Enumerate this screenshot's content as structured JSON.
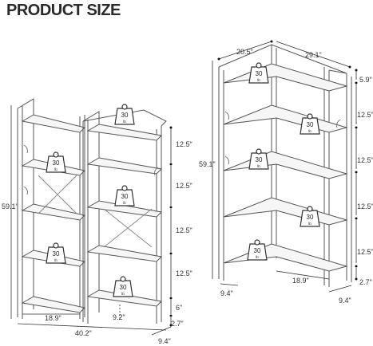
{
  "title": "PRODUCT SIZE",
  "weight_badge": {
    "value": "30",
    "unit": "lb"
  },
  "left_unit": {
    "overall_height": "59.1\"",
    "shelf_spacing": [
      "12.5\"",
      "12.5\"",
      "12.5\"",
      "12.5\""
    ],
    "bottom_gap": "6\"",
    "foot_height": "2.7\"",
    "left_width": "18.9\"",
    "right_inner": "9.2\"",
    "total_width": "40.2\"",
    "depth": "9.4\""
  },
  "right_unit": {
    "top_depth": "20.5\"",
    "top_width": "29.1\"",
    "overall_height": "59.1\"",
    "top_gap": "5.9\"",
    "shelf_spacing": [
      "12.5\"",
      "12.5\"",
      "12.5\"",
      "12.5\""
    ],
    "foot_height": "2.7\"",
    "bottom_width": "18.9\"",
    "bottom_depth_left": "9.4\"",
    "bottom_depth_right": "9.4\""
  }
}
